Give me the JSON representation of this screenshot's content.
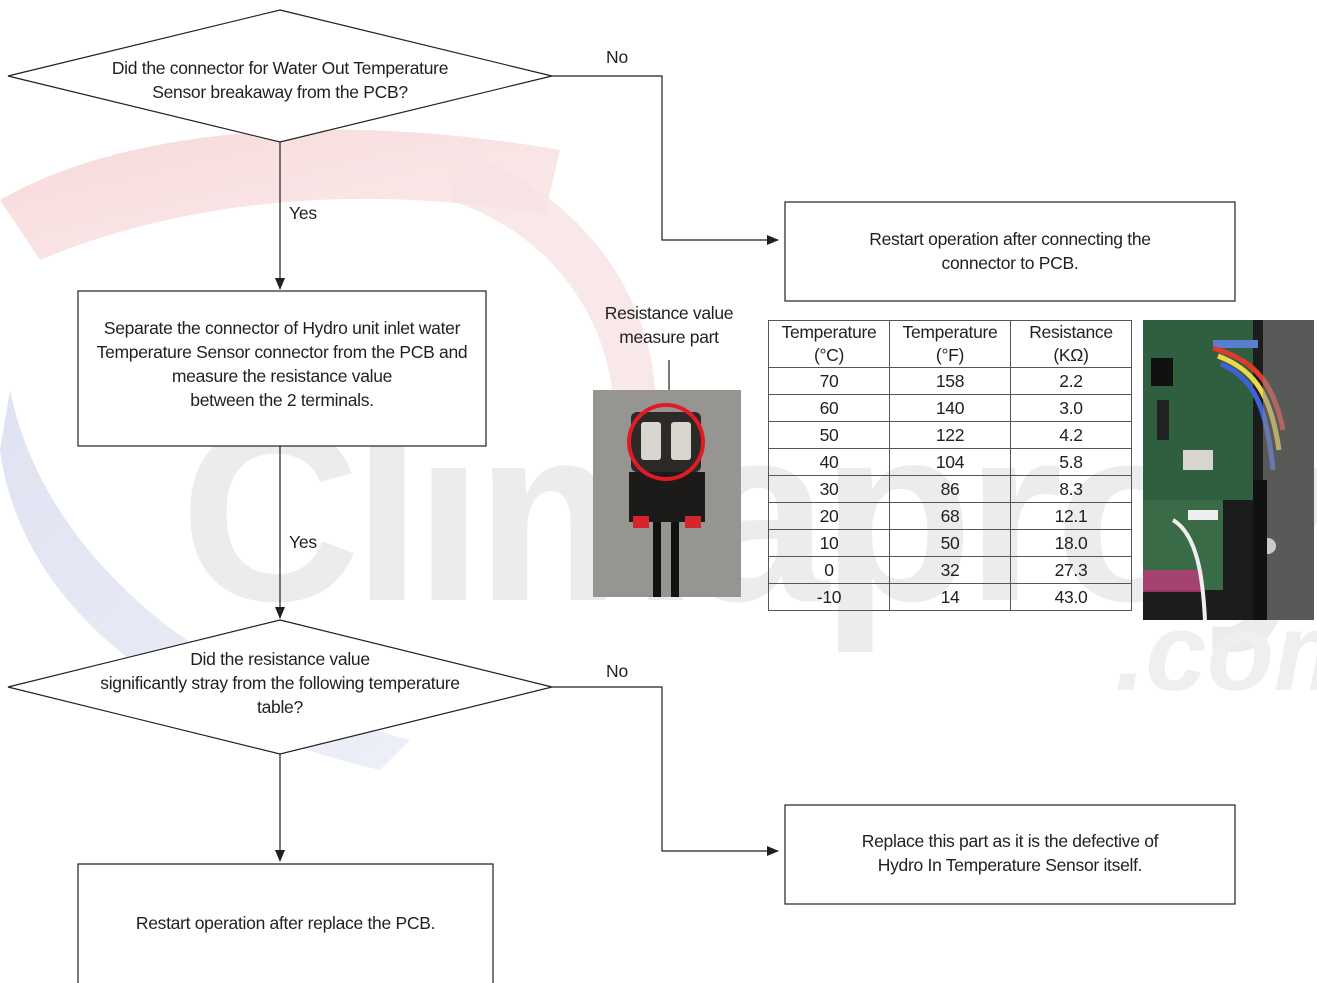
{
  "watermark": {
    "text": "Climaproyec",
    "suffix": ".com"
  },
  "flowchart": {
    "decision1": {
      "line1": "Did the connector for Water Out Temperature",
      "line2": "Sensor breakaway from the PCB?",
      "no_label": "No",
      "yes_label": "Yes"
    },
    "result1": {
      "line1": "Restart operation after connecting the",
      "line2": "connector to PCB."
    },
    "step1": {
      "line1": "Separate the connector of Hydro unit inlet water",
      "line2": "Temperature Sensor connector from the PCB and",
      "line3": "measure the resistance value",
      "line4": "between the 2 terminals.",
      "yes_label": "Yes"
    },
    "decision2": {
      "line1": "Did the resistance value",
      "line2": "significantly stray from the following temperature",
      "line3": "table?",
      "no_label": "No"
    },
    "result2": {
      "line1": "Replace this part as it is the defective of",
      "line2": "Hydro In Temperature Sensor itself."
    },
    "result3": {
      "line1": "Restart operation after replace the PCB."
    }
  },
  "photo_caption": {
    "line1": "Resistance value",
    "line2": "measure part"
  },
  "colors": {
    "highlight_circle": "#e11b22",
    "arrow": "#231f20"
  },
  "resistance_table": {
    "headers": [
      {
        "top": "Temperature",
        "bottom": "(°C)"
      },
      {
        "top": "Temperature",
        "bottom": "(°F)"
      },
      {
        "top": "Resistance",
        "bottom": "(KΩ)"
      }
    ],
    "rows": [
      [
        "70",
        "158",
        "2.2"
      ],
      [
        "60",
        "140",
        "3.0"
      ],
      [
        "50",
        "122",
        "4.2"
      ],
      [
        "40",
        "104",
        "5.8"
      ],
      [
        "30",
        "86",
        "8.3"
      ],
      [
        "20",
        "68",
        "12.1"
      ],
      [
        "10",
        "50",
        "18.0"
      ],
      [
        "0",
        "32",
        "27.3"
      ],
      [
        "-10",
        "14",
        "43.0"
      ]
    ]
  }
}
